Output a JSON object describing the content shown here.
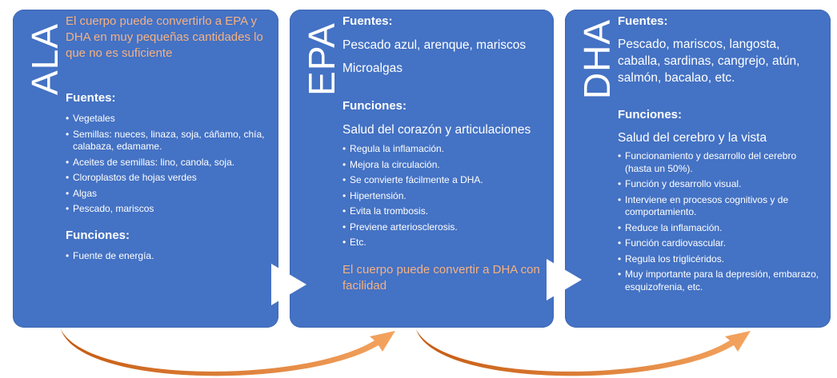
{
  "cards": {
    "ala": {
      "label": "ALA",
      "note": "El cuerpo puede convertirlo a EPA y DHA en muy pequeñas cantidades lo que no es suficiente",
      "sources_heading": "Fuentes:",
      "sources": [
        "Vegetales",
        "Semillas: nueces, linaza, soja, cáñamo, chía, calabaza, edamame.",
        "Aceites de semillas: lino, canola, soja.",
        "Cloroplastos de hojas verdes",
        "Algas",
        "Pescado, mariscos"
      ],
      "functions_heading": "Funciones:",
      "functions": [
        "Fuente de energía."
      ]
    },
    "epa": {
      "label": "EPA",
      "sources_heading": "Fuentes:",
      "sources_lines": [
        "Pescado azul, arenque, mariscos",
        "Microalgas"
      ],
      "functions_heading": "Funciones:",
      "functions_summary": "Salud del corazón y articulaciones",
      "functions": [
        "Regula la inflamación.",
        "Mejora la circulación.",
        "Se convierte fácilmente a DHA.",
        "Hipertensión.",
        "Evita la trombosis.",
        "Previene arteriosclerosis.",
        "Etc."
      ],
      "note": "El cuerpo puede convertir a DHA con facilidad"
    },
    "dha": {
      "label": "DHA",
      "sources_heading": "Fuentes:",
      "sources_text": "Pescado, mariscos, langosta, caballa, sardinas, cangrejo, atún, salmón, bacalao, etc.",
      "functions_heading": "Funciones:",
      "functions_summary": "Salud del cerebro y la vista",
      "functions": [
        "Funcionamiento y desarrollo del cerebro (hasta un 50%).",
        "Función y desarrollo visual.",
        "Interviene en procesos cognitivos y de comportamiento.",
        "Reduce la inflamación.",
        "Función cardiovascular.",
        "Regula los triglicéridos.",
        "Muy importante para la depresión, embarazo, esquizofrenia, etc."
      ]
    }
  },
  "colors": {
    "card": "#4472c4",
    "note": "#f4b183",
    "curve": "#ed7d31"
  }
}
